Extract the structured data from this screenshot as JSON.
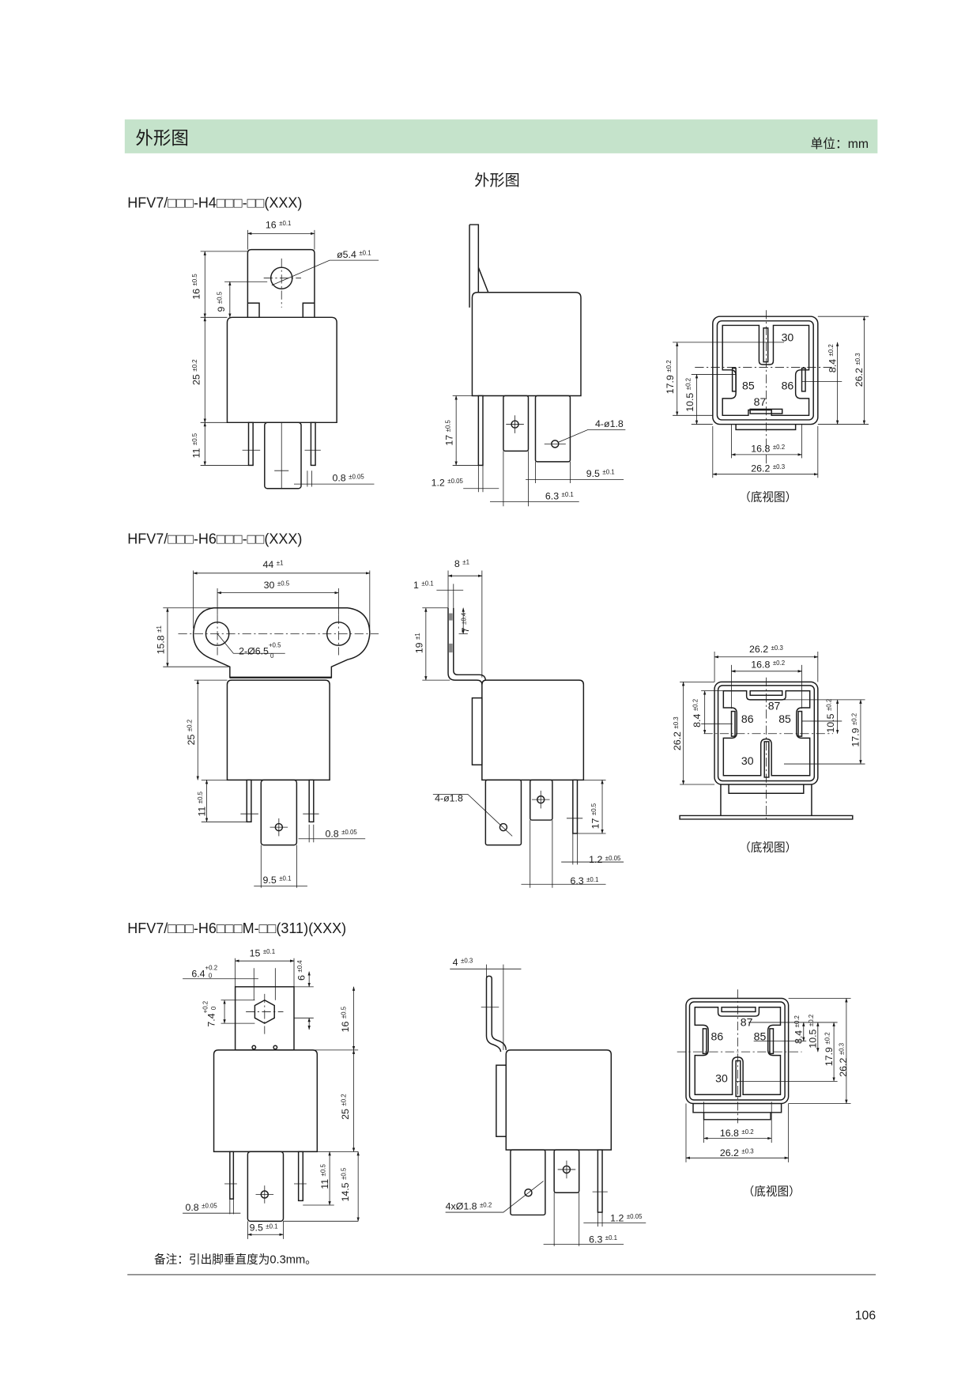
{
  "header": {
    "title": "外形图",
    "unit": "单位：mm",
    "band_color": "#c5e3cb"
  },
  "figure_title": "外形图",
  "sections": [
    {
      "model": "HFV7/□□□-H4□□□-□□(XXX)",
      "front": {
        "width": [
          "16",
          "±0.1"
        ],
        "hole": [
          "ø5.4",
          "±0.1"
        ],
        "bracket_h": [
          "16",
          "±0.5"
        ],
        "hole_h": [
          "9",
          "±0.5"
        ],
        "body_h": [
          "25",
          "±0.2"
        ],
        "pin_len": [
          "11",
          "±0.5"
        ],
        "pin_w": [
          "0.8",
          "±0.05"
        ]
      },
      "side": {
        "pin_len": [
          "17",
          "±0.5"
        ],
        "holes": "4-ø1.8",
        "pin_t": [
          "1.2",
          "±0.05"
        ],
        "tab_w": [
          "6.3",
          "±0.1"
        ],
        "term_w": [
          "9.5",
          "±0.1"
        ]
      },
      "bottom": {
        "pins": [
          "30",
          "85",
          "86",
          "87"
        ],
        "d179": [
          "17.9",
          "±0.2"
        ],
        "d105": [
          "10.5",
          "±0.2"
        ],
        "d84": [
          "8.4",
          "±0.2"
        ],
        "h": [
          "26.2",
          "±0.3"
        ],
        "pitch": [
          "16.8",
          "±0.2"
        ],
        "w": [
          "26.2",
          "±0.3"
        ],
        "caption": "（底视图）"
      }
    },
    {
      "model": "HFV7/□□□-H6□□□-□□(XXX)",
      "front": {
        "width": [
          "44",
          "±1"
        ],
        "hole_pitch": [
          "30",
          "±0.5"
        ],
        "flange_h": [
          "15.8",
          "±1"
        ],
        "holes": [
          "2-Ø6.5",
          "+0.5",
          "0"
        ],
        "body_h": [
          "25",
          "±0.2"
        ],
        "pin_len": [
          "11",
          "±0.5"
        ],
        "pin_w": [
          "0.8",
          "±0.05"
        ],
        "term_w": [
          "9.5",
          "±0.1"
        ]
      },
      "side": {
        "offset": [
          "8",
          "±1"
        ],
        "thick": [
          "1",
          "±0.1"
        ],
        "flange_h": [
          "19",
          "±1"
        ],
        "hole_h": [
          "7",
          "±0.4"
        ],
        "holes": "4-ø1.8",
        "pin_len": [
          "17",
          "±0.5"
        ],
        "pin_t": [
          "1.2",
          "±0.05"
        ],
        "tab_w": [
          "6.3",
          "±0.1"
        ]
      },
      "bottom": {
        "pins": [
          "87",
          "86",
          "85",
          "30"
        ],
        "w": [
          "26.2",
          "±0.3"
        ],
        "pitch": [
          "16.8",
          "±0.2"
        ],
        "d84": [
          "8.4",
          "±0.2"
        ],
        "h": [
          "26.2",
          "±0.3"
        ],
        "d105": [
          "10.5",
          "±0.2"
        ],
        "d179": [
          "17.9",
          "±0.2"
        ],
        "caption": "（底视图）"
      }
    },
    {
      "model": "HFV7/□□□-H6□□□M-□□(311)(XXX)",
      "front": {
        "width": [
          "15",
          "±0.1"
        ],
        "hex_x": [
          "6.4",
          "+0.2",
          "0"
        ],
        "hex_h": [
          "6",
          "±0.4"
        ],
        "hex_w": [
          "7.4",
          "+0.2",
          "0"
        ],
        "bracket_h": [
          "16",
          "±0.5"
        ],
        "body_h": [
          "25",
          "±0.2"
        ],
        "pin_len": [
          "11",
          "±0.5"
        ],
        "term_len": [
          "14.5",
          "±0.5"
        ],
        "pin_w": [
          "0.8",
          "±0.05"
        ],
        "term_w": [
          "9.5",
          "±0.1"
        ]
      },
      "side": {
        "offset": [
          "4",
          "±0.3"
        ],
        "holes": [
          "4xØ1.8",
          "±0.2"
        ],
        "pin_t": [
          "1.2",
          "±0.05"
        ],
        "tab_w": [
          "6.3",
          "±0.1"
        ]
      },
      "bottom": {
        "pins": [
          "87",
          "86",
          "85",
          "30"
        ],
        "d84": [
          "8.4",
          "±0.2"
        ],
        "d105": [
          "10.5",
          "±0.2"
        ],
        "d179": [
          "17.9",
          "±0.2"
        ],
        "h": [
          "26.2",
          "±0.3"
        ],
        "pitch": [
          "16.8",
          "±0.2"
        ],
        "w": [
          "26.2",
          "±0.3"
        ],
        "caption": "（底视图）"
      }
    }
  ],
  "note": "备注：引出脚垂直度为0.3mm。",
  "page_number": "106"
}
